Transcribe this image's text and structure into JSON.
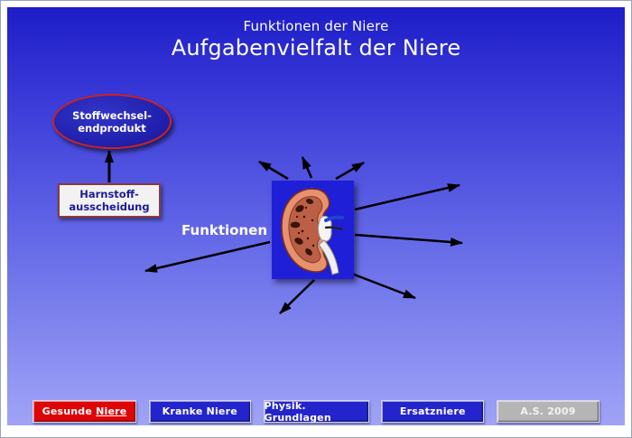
{
  "header": {
    "title": "Funktionen der Niere",
    "subtitle": "Aufgabenvielfalt der Niere"
  },
  "diagram": {
    "ellipse": {
      "line1": "Stoffwechsel-",
      "line2": "endprodukt"
    },
    "box": {
      "line1": "Harnstoff-",
      "line2": "ausscheidung"
    },
    "center_label": "Funktionen",
    "image": "kidney-cross-section-illustration"
  },
  "nav": {
    "buttons": [
      {
        "prefix": "Gesunde ",
        "underlined": "Niere",
        "color": "#dd0505"
      },
      {
        "label": "Kranke Niere",
        "color": "#2424cc"
      },
      {
        "label": "Physik. Grundlagen",
        "color": "#2424cc"
      },
      {
        "label": "Ersatzniere",
        "color": "#2424cc"
      },
      {
        "label": "A.S. 2009",
        "color": "#b5b5b5"
      }
    ]
  },
  "colors": {
    "background_top": "#1d1dc8",
    "background_bottom": "#a0a4f6",
    "frame": "#ffffff",
    "arrow": "#000000",
    "ellipse_fill": "#2525b8",
    "ellipse_border": "#cc2222",
    "box_fill": "#f2f2f2",
    "box_border": "#8b3a3a",
    "box_text": "#1c1c99",
    "kidney_panel": "#1f1fd8",
    "title_text": "#ffffff"
  }
}
